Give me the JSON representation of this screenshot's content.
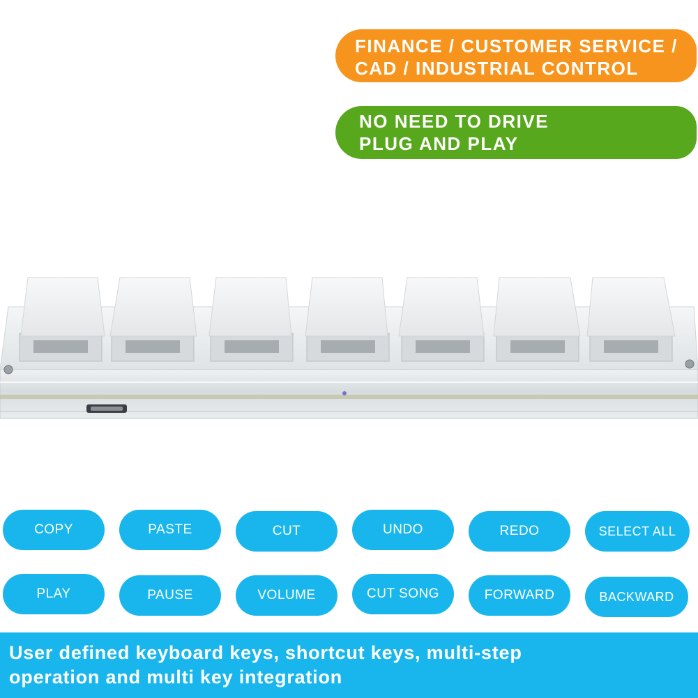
{
  "banners": {
    "orange": {
      "line1": "FINANCE / CUSTOMER SERVICE /",
      "line2": "CAD / INDUSTRIAL CONTROL",
      "color": "#f7941e"
    },
    "green": {
      "line1": "NO NEED TO DRIVE",
      "line2": "PLUG AND PLAY",
      "color": "#58a81d"
    }
  },
  "product": {
    "name": "keyboard-image",
    "key_count": 7
  },
  "shortcut_keys": {
    "row1": [
      "COPY",
      "PASTE",
      "CUT",
      "UNDO",
      "REDO",
      "SELECT ALL"
    ],
    "row2": [
      "PLAY",
      "PAUSE",
      "VOLUME",
      "CUT SONG",
      "FORWARD",
      "BACKWARD"
    ],
    "color": "#19b6ee"
  },
  "footer": {
    "line1": "User defined keyboard keys, shortcut keys, multi-step",
    "line2": "operation and multi key integration"
  }
}
